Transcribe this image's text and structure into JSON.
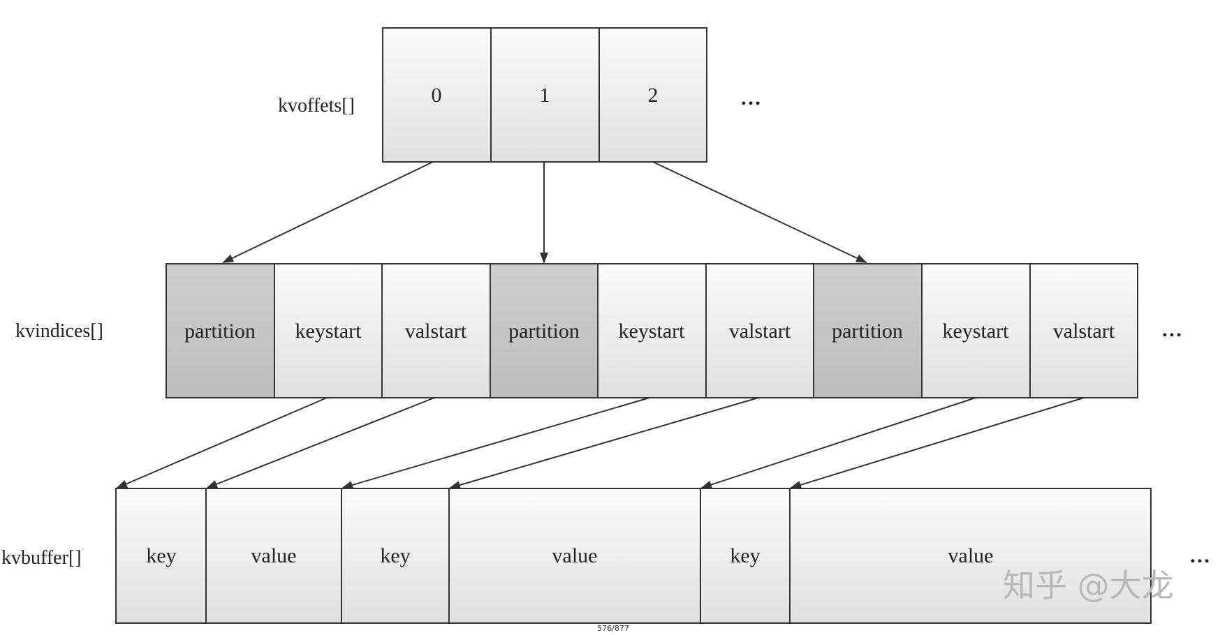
{
  "kvoffsets": {
    "label": "kvoffets[]",
    "cells": [
      "0",
      "1",
      "2"
    ],
    "ellipsis": "…"
  },
  "kvindices": {
    "label": "kvindices[]",
    "cells": [
      "partition",
      "keystart",
      "valstart",
      "partition",
      "keystart",
      "valstart",
      "partition",
      "keystart",
      "valstart"
    ],
    "ellipsis": "…"
  },
  "kvbuffer": {
    "label": "kvbuffer[]",
    "cells": [
      "key",
      "value",
      "key",
      "value",
      "key",
      "value"
    ],
    "ellipsis": "…"
  },
  "watermark": "知乎 @大龙",
  "page_number": "576/877",
  "colors": {
    "partition_fill": "#c8c8c8",
    "cell_fill_light": "#fafafa",
    "cell_fill_dark": "#e2e2e2",
    "border": "#333333"
  }
}
